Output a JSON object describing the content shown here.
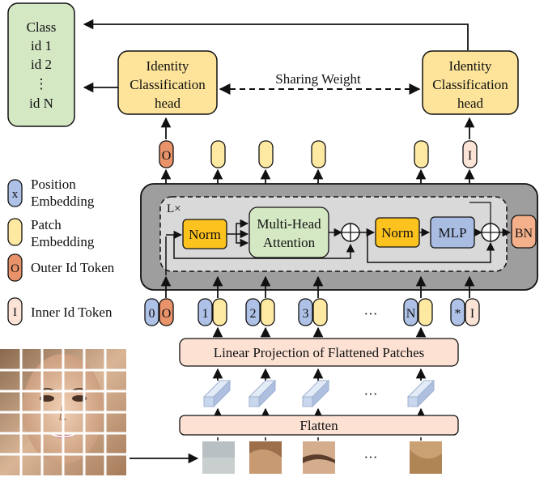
{
  "class_box": {
    "lines": [
      "Class",
      "id 1",
      "id 2",
      "⋮",
      "id N"
    ]
  },
  "heads": {
    "left": [
      "Identity",
      "Classification",
      "head"
    ],
    "right": [
      "Identity",
      "Classification",
      "head"
    ],
    "sharing": "Sharing Weight"
  },
  "output_tokens": {
    "outer": "O",
    "inner": "I"
  },
  "legend": {
    "position_symbol": "x",
    "position_label": [
      "Position",
      "Embedding"
    ],
    "patch_label": [
      "Patch",
      "Embedding"
    ],
    "outer_symbol": "O",
    "outer_label": "Outer Id Token",
    "inner_symbol": "I",
    "inner_label": "Inner Id Token"
  },
  "encoder": {
    "repeat": "L×",
    "norm1": "Norm",
    "attention": [
      "Multi-Head",
      "Attention"
    ],
    "norm2": "Norm",
    "mlp": "MLP",
    "bn": "BN"
  },
  "input_tokens": {
    "outer_pos": "0",
    "outer_tok": "O",
    "patch_pos": [
      "1",
      "2",
      "3"
    ],
    "dots": "···",
    "last_pos": "N",
    "inner_pos": "*",
    "inner_tok": "I"
  },
  "linear_projection": "Linear Projection of Flattened Patches",
  "flatten": "Flatten",
  "colors": {
    "class_fill": "#d5e8c4",
    "head_fill": "#fde49a",
    "encoder_fill": "#9e9e9e",
    "inner_panel": "#d9d9d9",
    "norm_fill": "#fcc21e",
    "attention_fill": "#d5e8c4",
    "mlp_fill": "#a9bde3",
    "bn_fill": "#f4b08a",
    "outer_token": "#e9936a",
    "inner_token": "#fbe3d6",
    "pos_embed": "#aec1e6",
    "patch_embed": "#fee9a3",
    "projection_fill": "#fde2d4"
  }
}
